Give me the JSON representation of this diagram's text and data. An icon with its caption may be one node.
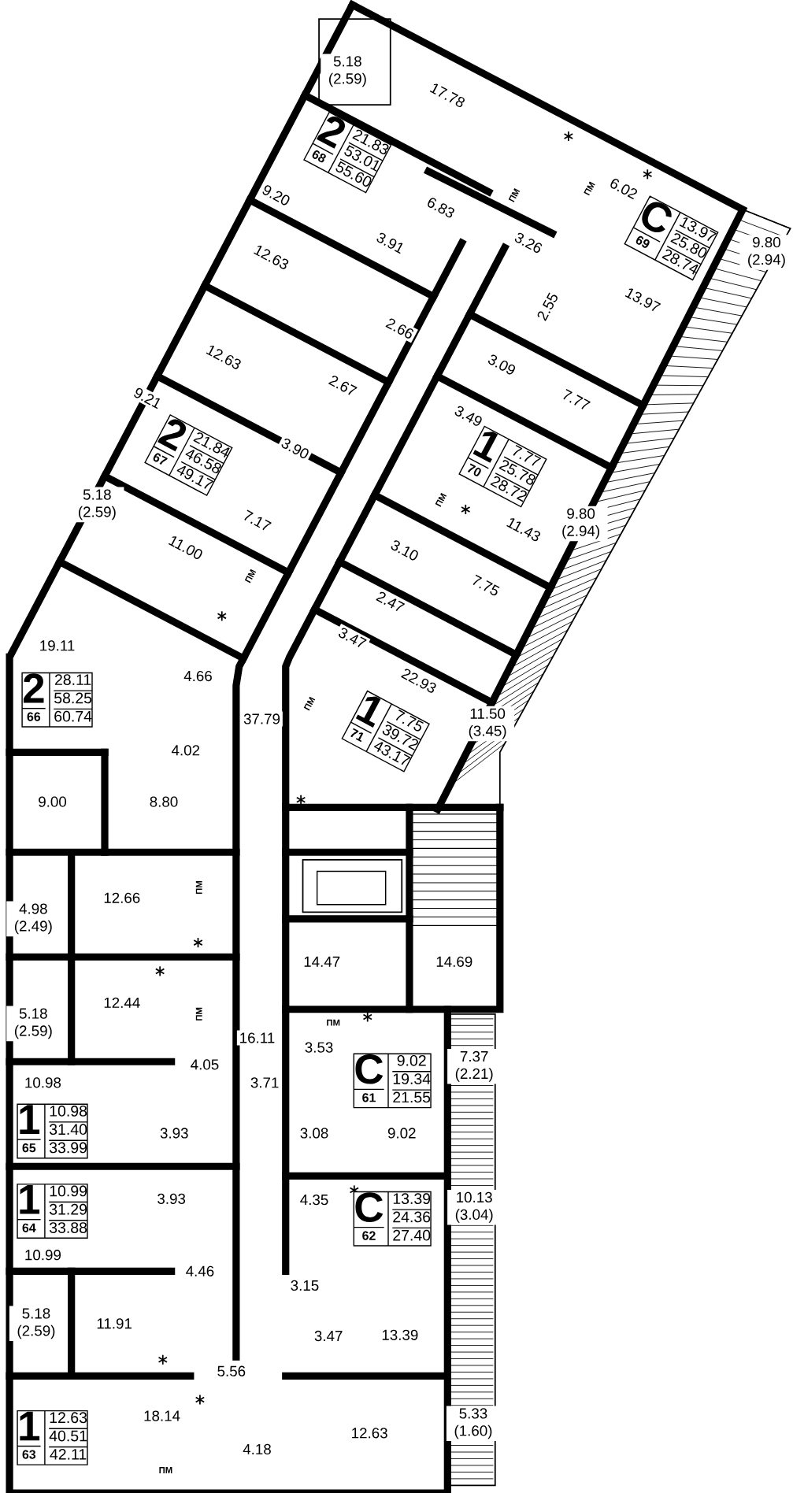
{
  "diagram": {
    "nodes": [
      {
        "text": [
          "2",
          "68",
          "21.83",
          "53.01",
          "55.60"
        ]
      },
      {
        "text": [
          "C",
          "69",
          "13.97",
          "25.80",
          "28.74"
        ]
      },
      {
        "text": [
          "2",
          "67",
          "21.84",
          "46.58",
          "49.17"
        ]
      },
      {
        "text": [
          "1",
          "70",
          "7.77",
          "25.78",
          "28.72"
        ]
      },
      {
        "text": [
          "2",
          "66",
          "28.11",
          "58.25",
          "60.74"
        ]
      },
      {
        "text": [
          "1",
          "71",
          "7.75",
          "39.72",
          "43.17"
        ]
      },
      {
        "text": [
          "C",
          "61",
          "9.02",
          "19.34",
          "21.55"
        ]
      },
      {
        "text": [
          "1",
          "65",
          "10.98",
          "31.40",
          "33.99"
        ]
      },
      {
        "text": [
          "C",
          "62",
          "13.39",
          "24.36",
          "27.40"
        ]
      },
      {
        "text": [
          "1",
          "64",
          "10.99",
          "31.29",
          "33.88"
        ]
      },
      {
        "text": [
          "1",
          "63",
          "12.63",
          "40.51",
          "42.11"
        ]
      }
    ],
    "labels": [
      "5.18 (2.59)",
      "17.78",
      "ПМ",
      "ПМ",
      "9.20",
      "6.83",
      "6.02",
      "3.91",
      "3.26",
      "12.63",
      "9.80 (2.94)",
      "2.55",
      "13.97",
      "2.66",
      "12.63",
      "3.09",
      "2.67",
      "9.21",
      "3.49",
      "7.77",
      "3.90",
      "ПМ",
      "5.18 (2.59)",
      "11.43",
      "7.17",
      "9.80 (2.94)",
      "11.00",
      "3.10",
      "ПМ",
      "7.75",
      "2.47",
      "3.47",
      "19.11",
      "4.66",
      "22.93",
      "ПМ",
      "37.79",
      "11.50 (3.45)",
      "4.02",
      "9.00",
      "8.80",
      "ПМ",
      "12.66",
      "4.98 (2.49)",
      "14.47",
      "14.69",
      "12.44",
      "ПМ",
      "ПМ",
      "5.18 (2.59)",
      "16.11",
      "3.53",
      "4.05",
      "7.37 (2.21)",
      "10.98",
      "3.71",
      "3.93",
      "3.08",
      "9.02",
      "3.93",
      "4.35",
      "10.13 (3.04)",
      "10.99",
      "4.46",
      "3.15",
      "11.91",
      "5.18 (2.59)",
      "3.47",
      "13.39",
      "5.56",
      "18.14",
      "5.33 (1.60)",
      "12.63",
      "4.18",
      "ПМ"
    ]
  }
}
